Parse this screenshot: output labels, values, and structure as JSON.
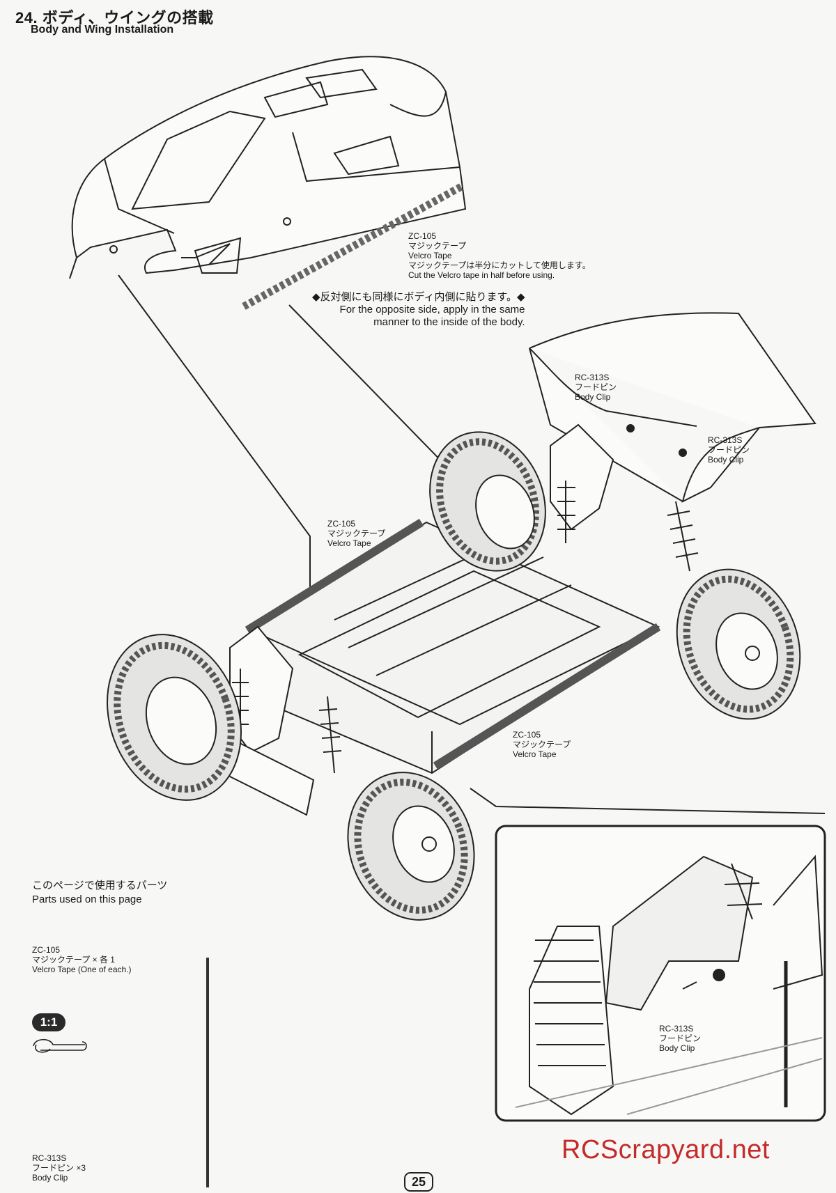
{
  "header": {
    "title_jp": "24. ボディ、ウイングの搭載",
    "title_en": "Body and Wing Installation"
  },
  "callouts": {
    "body_tape": {
      "code": "ZC-105",
      "name_jp": "マジックテープ",
      "name_en": "Velcro Tape",
      "instruction_jp": "マジックテープは半分にカットして使用します。",
      "instruction_en": "Cut the Velcro tape in half before using."
    },
    "opposite_side": {
      "jp": "◆反対側にも同様にボディ内側に貼ります。◆",
      "en_line1": "For the opposite side, apply in the same",
      "en_line2": "manner to the inside of the body."
    },
    "wing_clip_left": {
      "code": "RC-313S",
      "name_jp": "フードピン",
      "name_en": "Body Clip"
    },
    "wing_clip_right": {
      "code": "RC-313S",
      "name_jp": "フードピン",
      "name_en": "Body Clip"
    },
    "chassis_tape_left": {
      "code": "ZC-105",
      "name_jp": "マジックテープ",
      "name_en": "Velcro Tape"
    },
    "chassis_tape_right": {
      "code": "ZC-105",
      "name_jp": "マジックテープ",
      "name_en": "Velcro Tape"
    },
    "detail_clip": {
      "code": "RC-313S",
      "name_jp": "フードピン",
      "name_en": "Body Clip"
    }
  },
  "parts": {
    "heading_jp": "このページで使用するパーツ",
    "heading_en": "Parts used on this page",
    "items": [
      {
        "code": "ZC-105",
        "name_jp": "マジックテープ × 各 1",
        "name_en": "Velcro Tape (One of each.)"
      },
      {
        "code": "RC-313S",
        "name_jp": "フードピン ×3",
        "name_en": "Body Clip"
      }
    ],
    "scale_badge": "1:1"
  },
  "footer": {
    "page_number": "25",
    "watermark": "RCScrapyard.net"
  }
}
